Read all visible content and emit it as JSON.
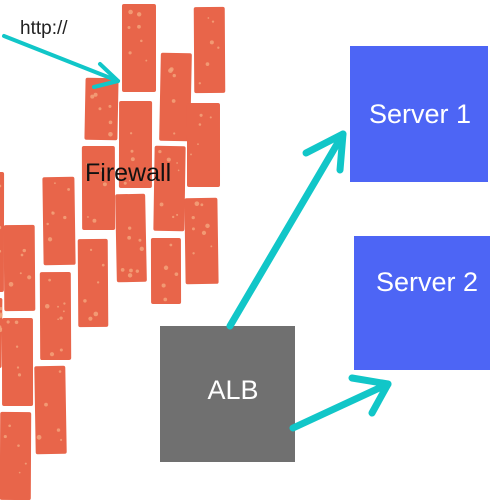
{
  "diagram": {
    "source_label": "http://",
    "firewall": {
      "label": "Firewall",
      "brick_color": "#e8654a",
      "speckle_color": "#f3a27a"
    },
    "load_balancer": {
      "label": "ALB",
      "color": "#707070"
    },
    "servers": [
      {
        "label": "Server 1",
        "color": "#4d65f5"
      },
      {
        "label": "Server 2",
        "color": "#4d65f5"
      }
    ],
    "arrow_color": "#11c6c8"
  }
}
